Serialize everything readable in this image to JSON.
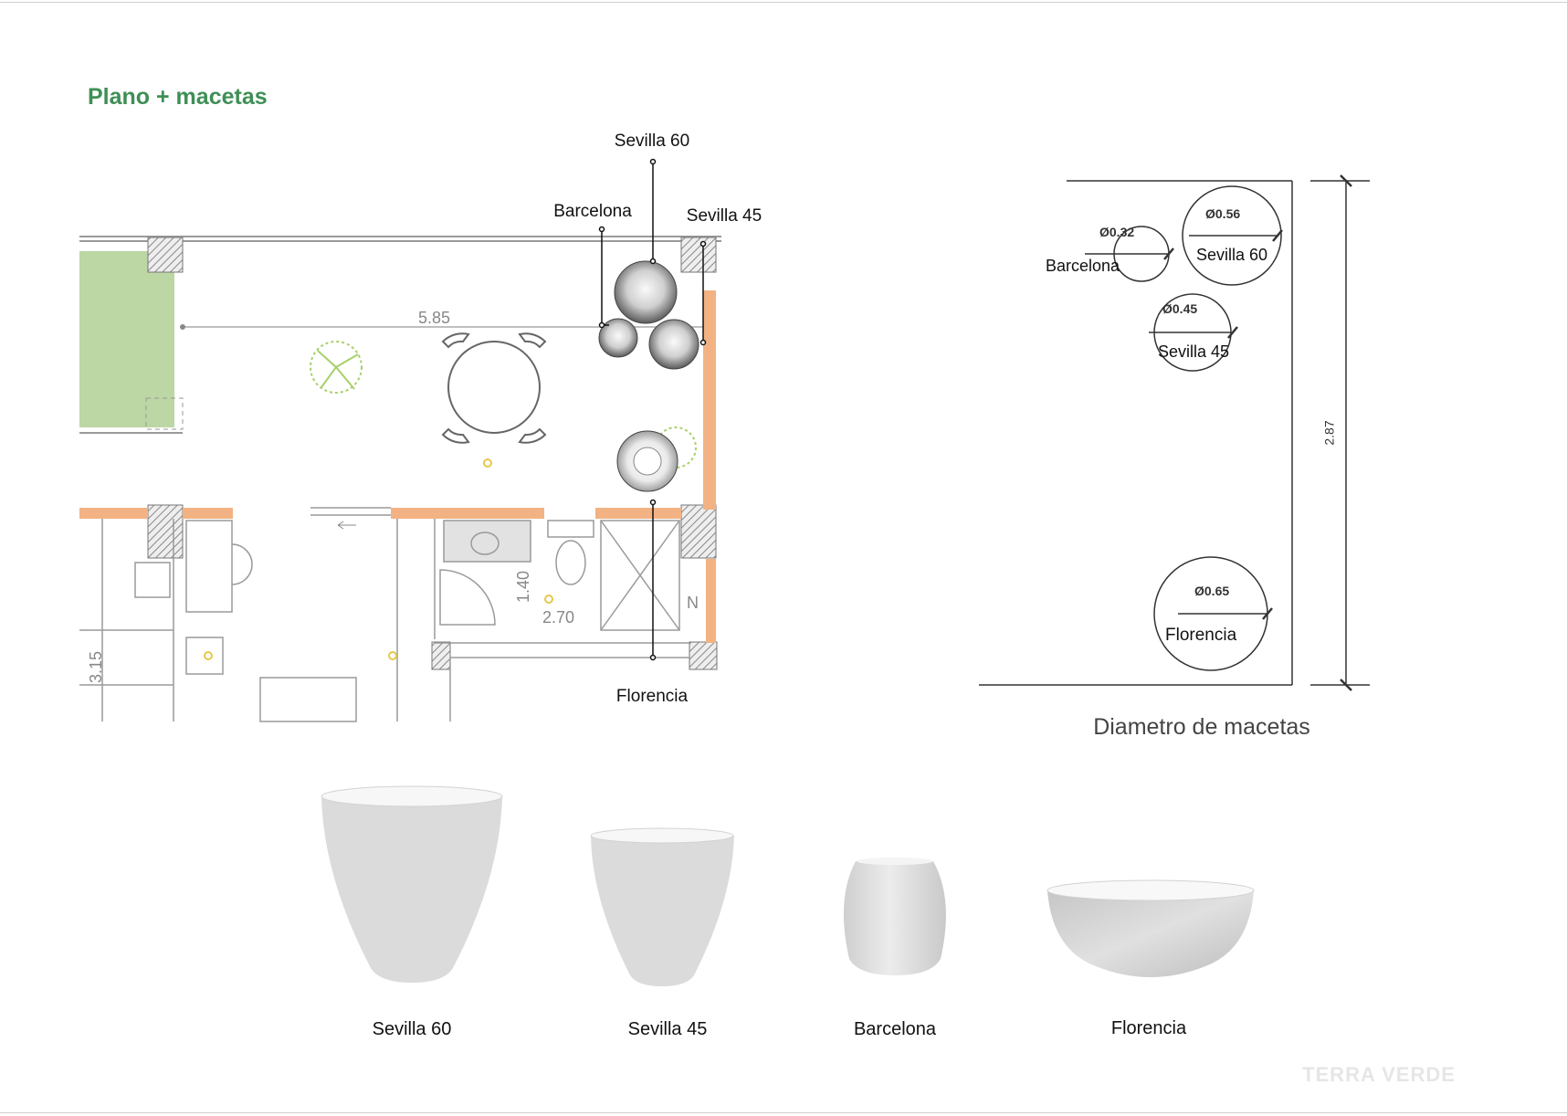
{
  "title": "Plano + macetas",
  "plan": {
    "callouts": [
      {
        "id": "sevilla60",
        "label": "Sevilla 60"
      },
      {
        "id": "barcelona",
        "label": "Barcelona"
      },
      {
        "id": "sevilla45",
        "label": "Sevilla 45"
      },
      {
        "id": "florencia",
        "label": "Florencia"
      }
    ],
    "dimensions": [
      "5.85",
      "1.40",
      "2.70",
      "3.15",
      "N"
    ]
  },
  "diameters": {
    "caption": "Diametro de macetas",
    "height_label": "2.87",
    "pots": [
      {
        "name": "Barcelona",
        "diameter": "Ø0.32"
      },
      {
        "name": "Sevilla 60",
        "diameter": "Ø0.56"
      },
      {
        "name": "Sevilla 45",
        "diameter": "Ø0.45"
      },
      {
        "name": "Florencia",
        "diameter": "Ø0.65"
      }
    ]
  },
  "gallery": [
    {
      "name": "Sevilla 60"
    },
    {
      "name": "Sevilla 45"
    },
    {
      "name": "Barcelona"
    },
    {
      "name": "Florencia"
    }
  ],
  "brand": "TERRA VERDE",
  "colors": {
    "title": "#3f8f55",
    "lawn": "#bcd6a4",
    "wall_accent": "#f2b283",
    "plant": "#a8d06a"
  }
}
